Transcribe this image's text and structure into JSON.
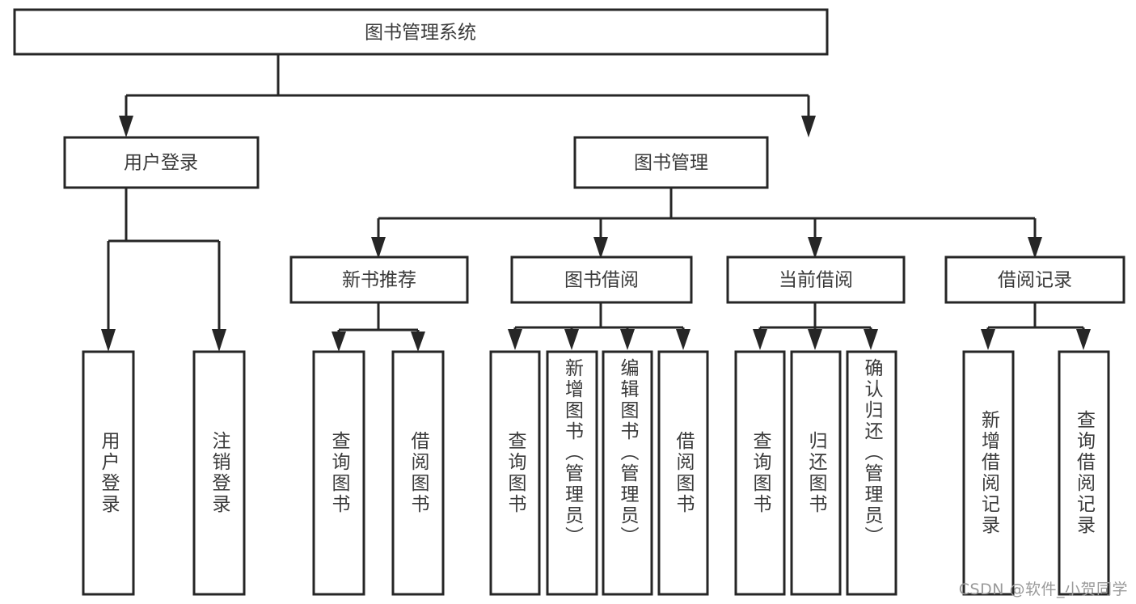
{
  "diagram": {
    "type": "tree",
    "title": "图书管理系统",
    "root": {
      "label": "图书管理系统"
    },
    "level2": [
      {
        "label": "用户登录"
      },
      {
        "label": "图书管理"
      }
    ],
    "level3": [
      {
        "label": "新书推荐"
      },
      {
        "label": "图书借阅"
      },
      {
        "label": "当前借阅"
      },
      {
        "label": "借阅记录"
      }
    ],
    "leaves": {
      "user_login": [
        {
          "label": "用户登录"
        },
        {
          "label": "注销登录"
        }
      ],
      "new_book_recommend": [
        {
          "label": "查询图书"
        },
        {
          "label": "借阅图书"
        }
      ],
      "book_borrow": [
        {
          "label": "查询图书"
        },
        {
          "label": "新增图书（管理员）"
        },
        {
          "label": "编辑图书（管理员）"
        },
        {
          "label": "借阅图书"
        }
      ],
      "current_borrow": [
        {
          "label": "查询图书"
        },
        {
          "label": "归还图书"
        },
        {
          "label": "确认归还（管理员）"
        }
      ],
      "borrow_record": [
        {
          "label": "新增借阅记录"
        },
        {
          "label": "查询借阅记录"
        }
      ]
    }
  },
  "watermark": {
    "text": "CSDN @软件_小贺同学"
  },
  "colors": {
    "stroke": "#262626",
    "box_fill": "#ffffff",
    "text": "#3a3a3a",
    "background": "#ffffff",
    "watermark": "#9a9a9a"
  }
}
